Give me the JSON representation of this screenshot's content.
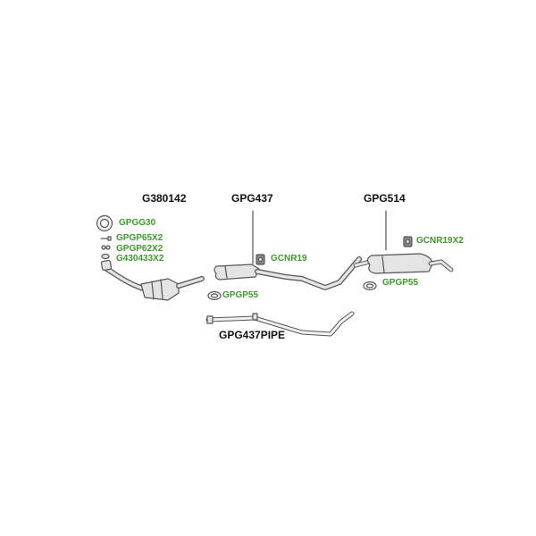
{
  "assemblies": {
    "catalyst": "G380142",
    "middle_box": "GPG437",
    "rear_box": "GPG514",
    "pipe": "GPG437PIPE"
  },
  "parts": {
    "gasket_ring": "GPGG30",
    "bolt_set": "GPGP65X2",
    "spring_set": "GPGP62X2",
    "clamp_set": "G430433X2",
    "middle_rubber": "GCNR19",
    "middle_clamp": "GPGP55",
    "rear_rubber": "GCNR19X2",
    "rear_clamp": "GPGP55"
  },
  "colors": {
    "part_label": "#3f9a2a",
    "main_label": "#111111",
    "line_art": "#555555",
    "fill": "#e4e4e4"
  }
}
